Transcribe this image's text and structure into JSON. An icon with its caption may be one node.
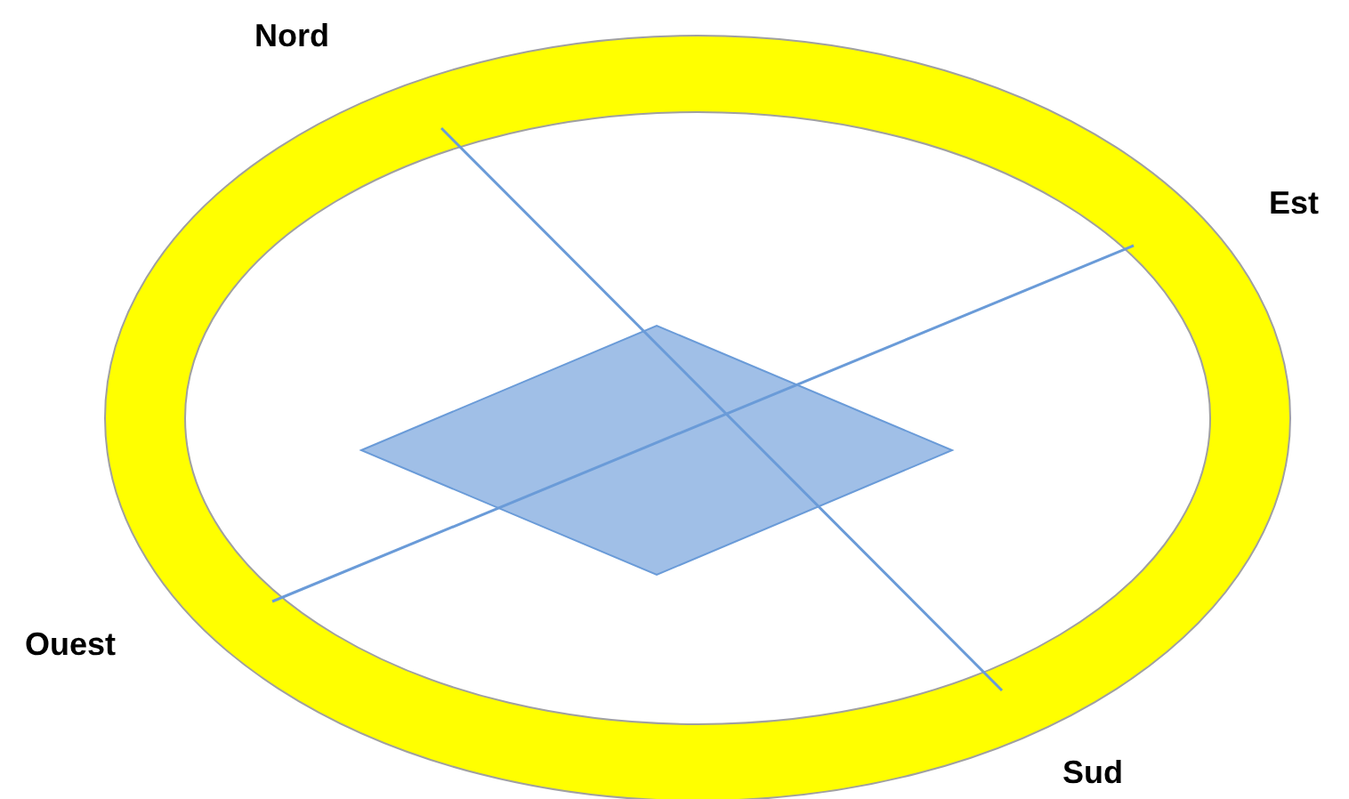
{
  "diagram": {
    "labels": [
      "Nord",
      "Est",
      "Ouest",
      "Sud"
    ]
  }
}
